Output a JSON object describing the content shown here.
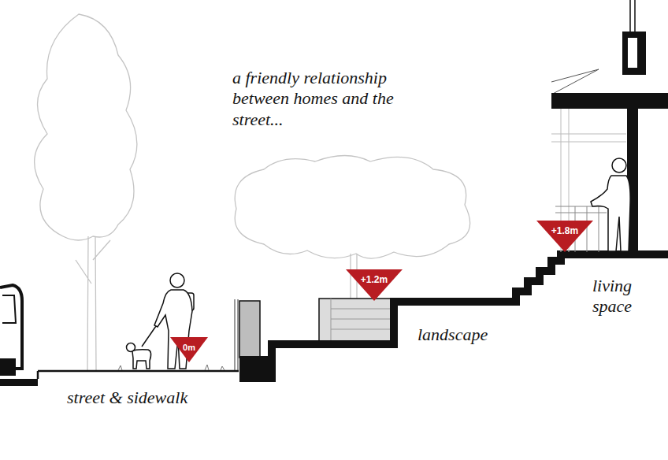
{
  "diagram": {
    "nodes": [
      {
        "text": [
          "0m"
        ]
      },
      {
        "text": [
          "+1.2m"
        ]
      },
      {
        "text": [
          "+1.8m"
        ]
      }
    ],
    "labels": [
      "a friendly relationship between homes and the street...",
      "street & sidewalk",
      "landscape",
      "living space"
    ]
  }
}
